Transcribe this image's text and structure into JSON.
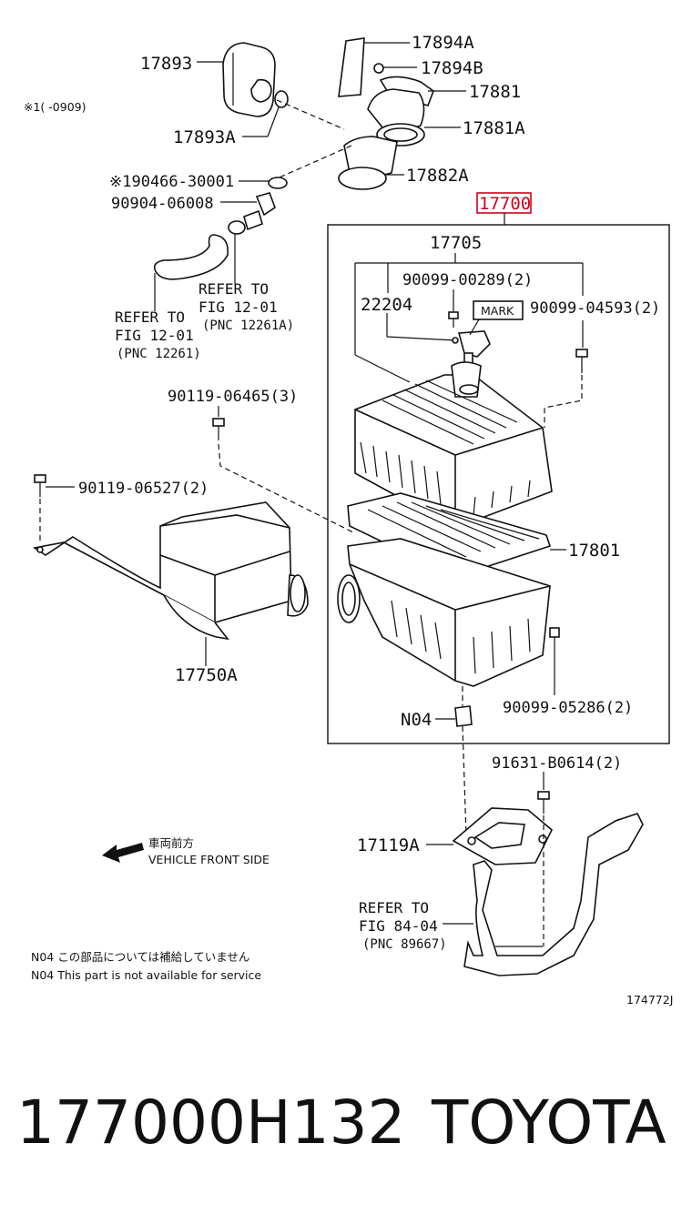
{
  "labels": {
    "p17893": "17893",
    "p17893A": "17893A",
    "p17894A": "17894A",
    "p17894B": "17894B",
    "p17881": "17881",
    "p17881A": "17881A",
    "p17882A": "17882A",
    "p190466": "※190466-30001",
    "p90904": "90904-06008",
    "p17700": "17700",
    "p17705": "17705",
    "p00289": "90099-00289(2)",
    "p22204": "22204",
    "mark": "MARK",
    "p04593": "90099-04593(2)",
    "p06465": "90119-06465(3)",
    "p06527": "90119-06527(2)",
    "p17801": "17801",
    "p17750A": "17750A",
    "pN04": "N04",
    "p05286": "90099-05286(2)",
    "p91631": "91631-B0614(2)",
    "p17119A": "17119A"
  },
  "refs": {
    "ref1_l1": "REFER TO",
    "ref1_l2": "FIG 12-01",
    "ref1_l3": "(PNC 12261A)",
    "ref2_l1": "REFER TO",
    "ref2_l2": "FIG 12-01",
    "ref2_l3": "(PNC 12261)",
    "ref3_l1": "REFER TO",
    "ref3_l2": "FIG 84-04",
    "ref3_l3": "(PNC 89667)"
  },
  "notes": {
    "range_note": "※1(      -0909)",
    "direction_jp": "車両前方",
    "direction_en": "VEHICLE FRONT SIDE",
    "n04_jp": "N04  この部品については補給していません",
    "n04_en": "N04  This part is not available for service",
    "figure_code": "174772J"
  },
  "caption": {
    "part_number": "177000H132",
    "brand": "TOYOTA"
  },
  "colors": {
    "highlight": "#d0021b",
    "ink": "#111111"
  }
}
